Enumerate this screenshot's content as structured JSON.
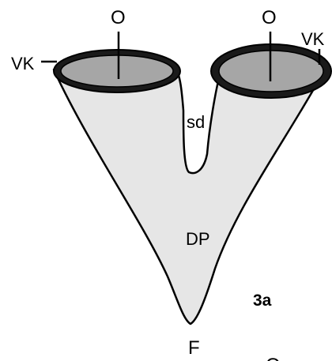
{
  "figure": {
    "body_color": "#e6e6e6",
    "opening_fill": "#a6a6a6",
    "rim_color": "#1a1a1a",
    "outline_color": "#000000",
    "labels": {
      "opening_left": "O",
      "opening_right": "O",
      "rim_left": "VK",
      "rim_right": "VK",
      "septum": "sd",
      "body": "DP",
      "tip": "F",
      "panel": "3a",
      "partial_bottom": "O"
    }
  }
}
